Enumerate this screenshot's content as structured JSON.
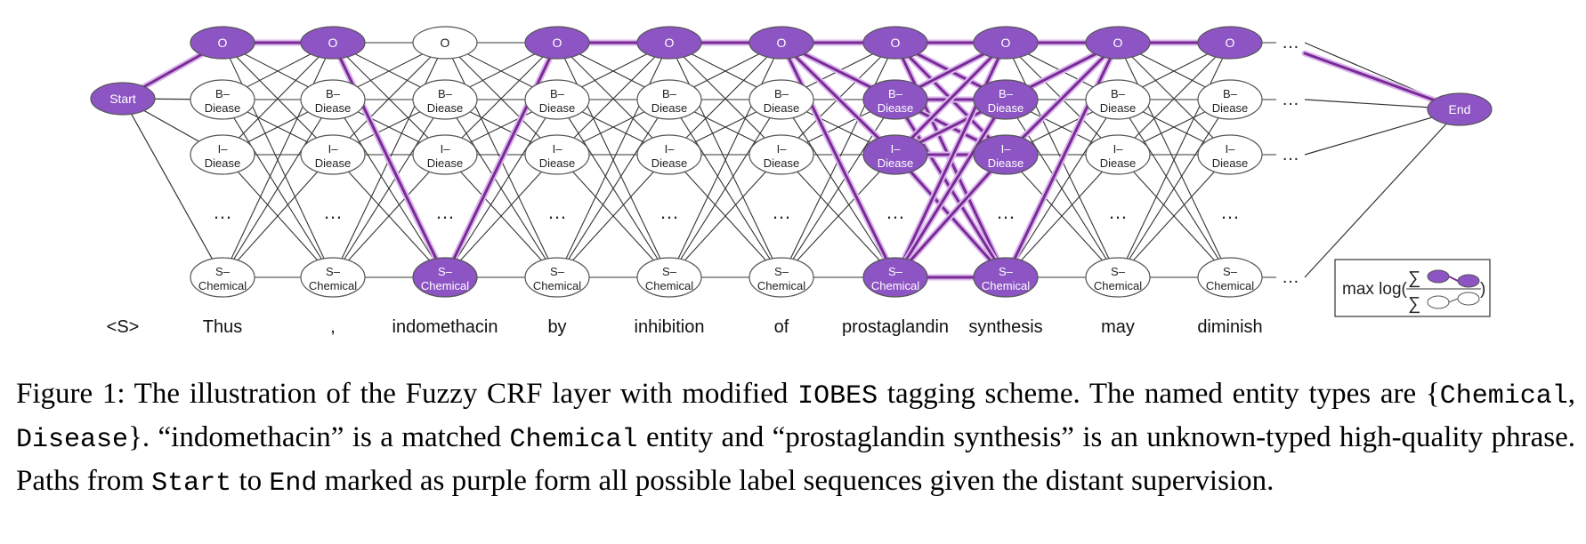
{
  "figure": {
    "start_label": "Start",
    "end_label": "End",
    "ellipsis": "…",
    "words": [
      "<S>",
      "Thus",
      ",",
      "indomethacin",
      "by",
      "inhibition",
      "of",
      "prostaglandin",
      "synthesis",
      "may",
      "diminish"
    ],
    "state_rows": [
      [
        "O"
      ],
      [
        "B–",
        "Diease"
      ],
      [
        "I–",
        "Diease"
      ],
      [
        "…"
      ],
      [
        "S–",
        "Chemical"
      ]
    ],
    "highlighted_path": [
      [
        0
      ],
      [
        0
      ],
      [
        4
      ],
      [
        0
      ],
      [
        0
      ],
      [
        0
      ],
      [
        0,
        1,
        2,
        4
      ],
      [
        0,
        1,
        2,
        4
      ],
      [
        0
      ],
      [
        0
      ]
    ],
    "formula": {
      "prefix": "max  log(",
      "sum_symbol": "∑",
      "suffix": ")"
    },
    "colors": {
      "purple": "#8d54c4",
      "path": "#7a2a96",
      "line": "#333333"
    }
  },
  "caption": {
    "p1": "Figure 1: The illustration of the Fuzzy CRF layer with modified ",
    "m1": "IOBES",
    "p2": " tagging scheme. The named entity types are {",
    "m2": "Chemical",
    "p3": ", ",
    "m3": "Disease",
    "p4": "}. “indomethacin” is a matched ",
    "m4": "Chemical",
    "p5": " entity and “prostaglandin synthesis” is an unknown-typed high-quality phrase. Paths from ",
    "m5": "Start",
    "p6": " to ",
    "m6": "End",
    "p7": " marked as purple form all possible label sequences given the distant supervision."
  }
}
